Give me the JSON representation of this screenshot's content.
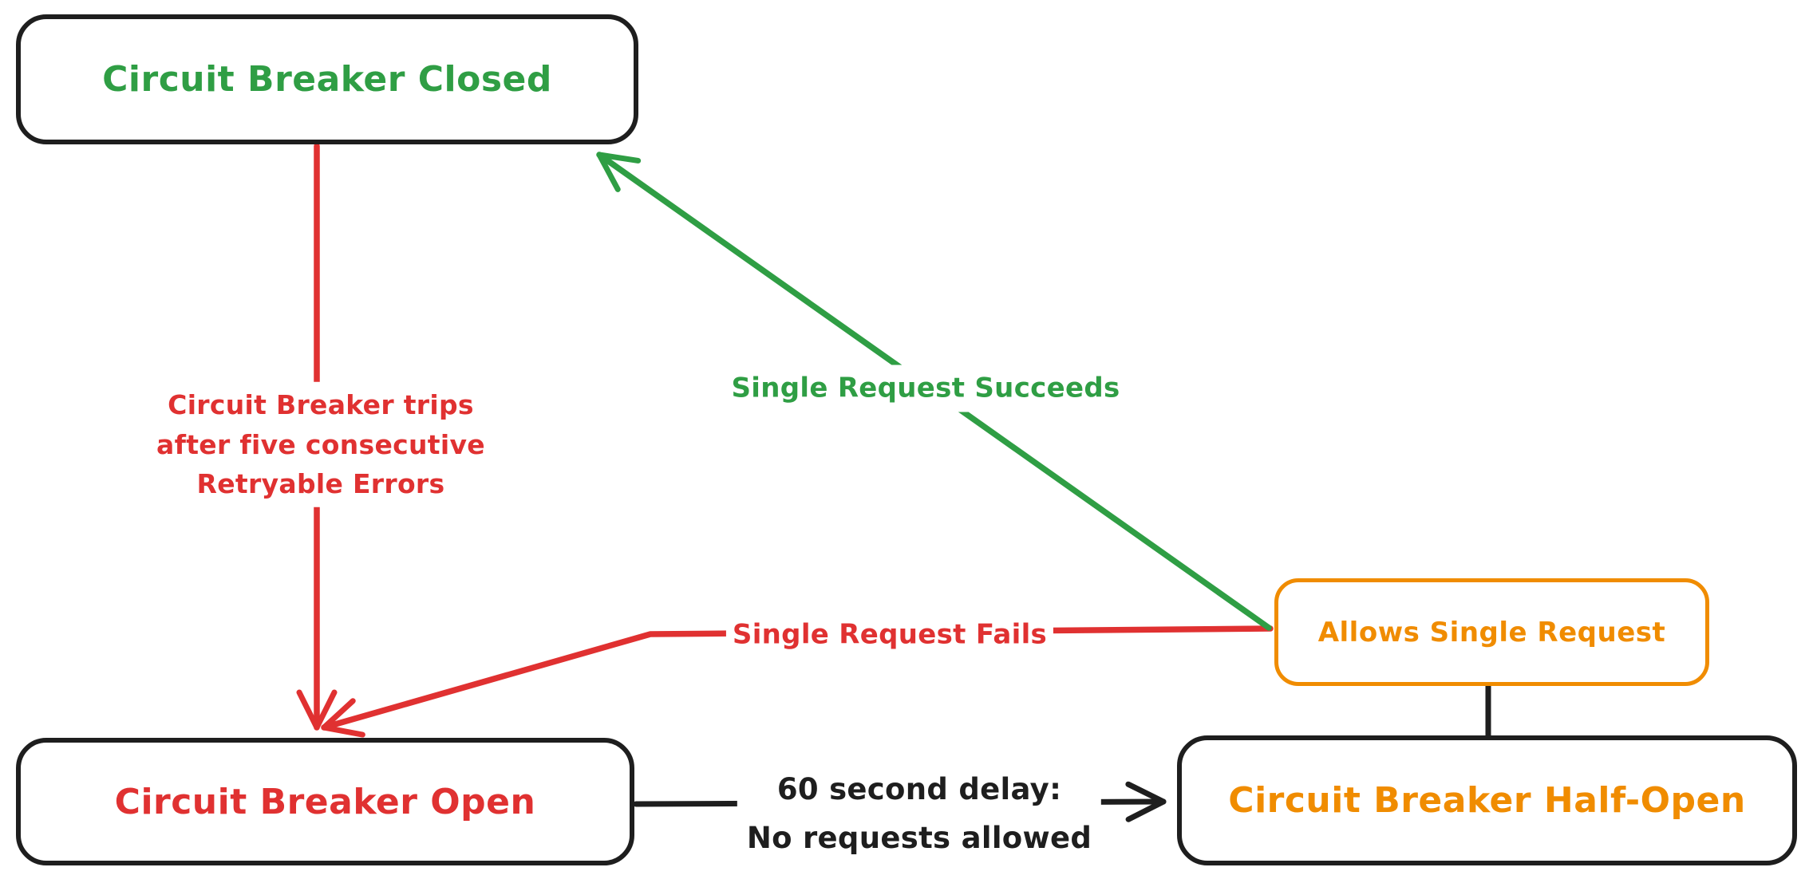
{
  "colors": {
    "green": "#2f9e44",
    "red": "#e03131",
    "orange": "#f08c00",
    "ink": "#1e1e1e",
    "canvas_bg": "#ffffff"
  },
  "nodes": {
    "closed": {
      "label": "Circuit Breaker Closed"
    },
    "open": {
      "label": "Circuit Breaker Open"
    },
    "half_open": {
      "label": "Circuit Breaker Half-Open"
    },
    "allows": {
      "label": "Allows Single Request"
    }
  },
  "edges": {
    "trip": {
      "from": "Circuit Breaker Closed",
      "to": "Circuit Breaker Open",
      "line1": "Circuit Breaker trips",
      "line2": "after five consecutive",
      "line3": "Retryable Errors"
    },
    "succeeds": {
      "from": "Allows Single Request",
      "to": "Circuit Breaker Closed",
      "label": "Single Request Succeeds"
    },
    "fails": {
      "from": "Allows Single Request",
      "to": "Circuit Breaker Open",
      "label": "Single Request Fails"
    },
    "delay": {
      "from": "Circuit Breaker Open",
      "to": "Circuit Breaker Half-Open",
      "line1": "60 second delay:",
      "line2": "No requests allowed"
    },
    "connector": {
      "from": "Allows Single Request",
      "to": "Circuit Breaker Half-Open"
    }
  }
}
